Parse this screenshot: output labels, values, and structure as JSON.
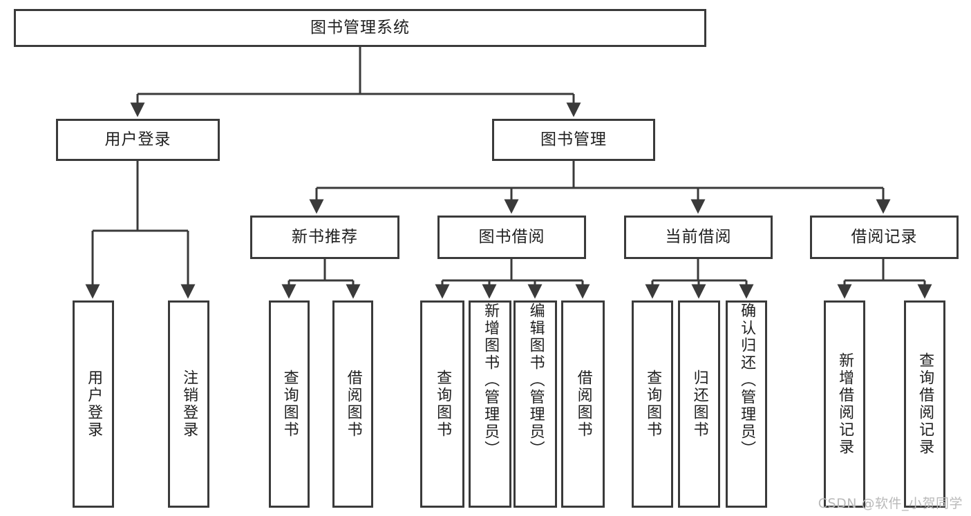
{
  "diagram": {
    "title": "图书管理系统",
    "type": "tree",
    "colors": {
      "stroke": "#3a3a3a",
      "fill": "#ffffff",
      "text": "#1f1f1f",
      "watermark": "#b9b9b9"
    },
    "root": {
      "label": "图书管理系统"
    },
    "level2": [
      {
        "label": "用户登录"
      },
      {
        "label": "图书管理"
      }
    ],
    "level3": [
      {
        "label": "新书推荐"
      },
      {
        "label": "图书借阅"
      },
      {
        "label": "当前借阅"
      },
      {
        "label": "借阅记录"
      }
    ],
    "leaves": {
      "user_login": [
        {
          "label": "用户登录"
        },
        {
          "label": "注销登录"
        }
      ],
      "new_book_recommend": [
        {
          "label": "查询图书"
        },
        {
          "label": "借阅图书"
        }
      ],
      "book_borrow": [
        {
          "label": "查询图书"
        },
        {
          "label": "新增图书（管理员）"
        },
        {
          "label": "编辑图书（管理员）"
        },
        {
          "label": "借阅图书"
        }
      ],
      "current_borrow": [
        {
          "label": "查询图书"
        },
        {
          "label": "归还图书"
        },
        {
          "label": "确认归还（管理员）"
        }
      ],
      "borrow_records": [
        {
          "label": "新增借阅记录"
        },
        {
          "label": "查询借阅记录"
        }
      ]
    }
  },
  "watermark": {
    "text": "CSDN @软件_小贺同学"
  }
}
